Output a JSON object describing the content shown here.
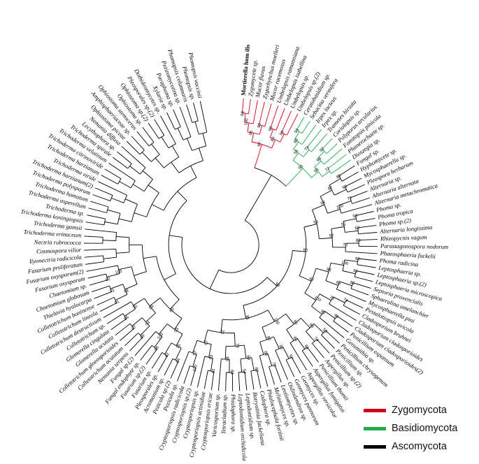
{
  "diagram": {
    "colors": {
      "Zygomycota": "#d4001a",
      "Basidiomycota": "#1fae4a",
      "Ascomycota": "#000000"
    },
    "leaves": [
      {
        "label": "Mortierella hum ilis",
        "clade": "Zygomycota",
        "group": true
      },
      {
        "label": "Zygomycete sp.",
        "clade": "Zygomycota"
      },
      {
        "label": "Mucor flavus",
        "clade": "Zygomycota"
      },
      {
        "label": "Zygorhynchus moelleri",
        "clade": "Zygomycota"
      },
      {
        "label": "Mucor racemosus",
        "clade": "Zygomycota"
      },
      {
        "label": "Umbelopsis ramanniana",
        "clade": "Zygomycota"
      },
      {
        "label": "Umbelopsis isabellina",
        "clade": "Zygomycota"
      },
      {
        "label": "Umbelopsis sp.",
        "clade": "Zygomycota"
      },
      {
        "label": "Umbelopsis sp.(2)",
        "clade": "Zygomycota"
      },
      {
        "label": "Ceratobasidium sp.",
        "clade": "Basidiomycota"
      },
      {
        "label": "Sebacina vermifera",
        "clade": "Basidiomycota"
      },
      {
        "label": "Irpex lacteus",
        "clade": "Basidiomycota"
      },
      {
        "label": "Irpex sp.",
        "clade": "Basidiomycota"
      },
      {
        "label": "Trametes hirsuta",
        "clade": "Basidiomycota"
      },
      {
        "label": "Coriolopsis sp.",
        "clade": "Basidiomycota"
      },
      {
        "label": "Polyporus arcularius",
        "clade": "Basidiomycota"
      },
      {
        "label": "Fomitopsis pinicola",
        "clade": "Basidiomycota"
      },
      {
        "label": "Phanerochaete sp.",
        "clade": "Basidiomycota"
      },
      {
        "label": "Dioszegia sp.",
        "clade": "Basidiomycota"
      },
      {
        "label": "Fungal sp.",
        "clade": "Ascomycota"
      },
      {
        "label": "Hyphomycete sp.",
        "clade": "Ascomycota"
      },
      {
        "label": "Mycosphaerella sp.",
        "clade": "Ascomycota"
      },
      {
        "label": "Pleospora herbarum",
        "clade": "Ascomycota"
      },
      {
        "label": "Alternaria sp.",
        "clade": "Ascomycota"
      },
      {
        "label": "Alternaria alternata",
        "clade": "Ascomycota"
      },
      {
        "label": "Alternaria metachromatica",
        "clade": "Ascomycota"
      },
      {
        "label": "Phoma sp.",
        "clade": "Ascomycota"
      },
      {
        "label": "Phoma tropica",
        "clade": "Ascomycota"
      },
      {
        "label": "Phoma sp.(2)",
        "clade": "Ascomycota"
      },
      {
        "label": "Alternaria longissima",
        "clade": "Ascomycota"
      },
      {
        "label": "Rhizopycnis vagum",
        "clade": "Ascomycota"
      },
      {
        "label": "Parastagonospora nodorum",
        "clade": "Ascomycota"
      },
      {
        "label": "Phaeosphaeria fuckelii",
        "clade": "Ascomycota"
      },
      {
        "label": "Phoma radicina",
        "clade": "Ascomycota"
      },
      {
        "label": "Leptosphaeria sp.",
        "clade": "Ascomycota"
      },
      {
        "label": "Leptosphaeria sp.(2)",
        "clade": "Ascomycota"
      },
      {
        "label": "Leptosphaeria microscopica",
        "clade": "Ascomycota"
      },
      {
        "label": "Septoria provencialis",
        "clade": "Ascomycota"
      },
      {
        "label": "Sphaerulina amelanchier",
        "clade": "Ascomycota"
      },
      {
        "label": "Mycosphaerella pini",
        "clade": "Ascomycota"
      },
      {
        "label": "Pestalotiopsis uvicola",
        "clade": "Ascomycota"
      },
      {
        "label": "Cladosporium bruhnei",
        "clade": "Ascomycota"
      },
      {
        "label": "Cladosporium cladosporioides",
        "clade": "Ascomycota"
      },
      {
        "label": "Cladosporium cladosporioides(2)",
        "clade": "Ascomycota"
      },
      {
        "label": "Penicillium expansum",
        "clade": "Ascomycota"
      },
      {
        "label": "Geosmithia sp.",
        "clade": "Ascomycota"
      },
      {
        "label": "Penicillium chrysogenum",
        "clade": "Ascomycota"
      },
      {
        "label": "Penicillium sp.",
        "clade": "Ascomycota"
      },
      {
        "label": "Penicillium sp.(2)",
        "clade": "Ascomycota"
      },
      {
        "label": "Aspergillus sp.",
        "clade": "Ascomycota"
      },
      {
        "label": "Penicillium thomii",
        "clade": "Ascomycota"
      },
      {
        "label": "Aspergillus fumigatus",
        "clade": "Ascomycota"
      },
      {
        "label": "Aspergillus versicolor",
        "clade": "Ascomycota"
      },
      {
        "label": "Geomyces sp.",
        "clade": "Ascomycota"
      },
      {
        "label": "Geomyces pannorum",
        "clade": "Ascomycota"
      },
      {
        "label": "Oidiodendron sp.",
        "clade": "Ascomycota"
      },
      {
        "label": "Leotiomycetes sp.",
        "clade": "Ascomycota"
      },
      {
        "label": "Meliniomyces sp.",
        "clade": "Ascomycota"
      },
      {
        "label": "Phialocephala fortinii",
        "clade": "Ascomycota"
      },
      {
        "label": "Cadophora sp.",
        "clade": "Ascomycota"
      },
      {
        "label": "Botryotinia fuckeliana",
        "clade": "Ascomycota"
      },
      {
        "label": "Leptodontidium sp.",
        "clade": "Ascomycota"
      },
      {
        "label": "Leptodontidium orchidicola",
        "clade": "Ascomycota"
      },
      {
        "label": "Phialophora sp.",
        "clade": "Ascomycota"
      },
      {
        "label": "Tetracladium sp.",
        "clade": "Ascomycota"
      },
      {
        "label": "Varicosporium sp.",
        "clade": "Ascomycota"
      },
      {
        "label": "Cryptosporiopsis ericae",
        "clade": "Ascomycota"
      },
      {
        "label": "Cryptosporiopsis actinidiae",
        "clade": "Ascomycota"
      },
      {
        "label": "Cryptosporiopsis sp.",
        "clade": "Ascomycota"
      },
      {
        "label": "Cryptosporiopsis sp.(2)",
        "clade": "Ascomycota"
      },
      {
        "label": "Cryptosporiopsis radicicola",
        "clade": "Ascomycota"
      },
      {
        "label": "Pezicula sp.",
        "clade": "Ascomycota"
      },
      {
        "label": "Pezicula sp.(2)",
        "clade": "Ascomycota"
      },
      {
        "label": "Acremonium sp.",
        "clade": "Ascomycota"
      },
      {
        "label": "Pleosporales sp.",
        "clade": "Ascomycota"
      },
      {
        "label": "Fusarium sp.",
        "clade": "Ascomycota"
      },
      {
        "label": "Fusarium sp.(2)",
        "clade": "Ascomycota"
      },
      {
        "label": "Fungal endophyte sp.",
        "clade": "Ascomycota"
      },
      {
        "label": "Fungal sp.(2)",
        "clade": "Ascomycota"
      },
      {
        "label": "Nemania serpens",
        "clade": "Ascomycota"
      },
      {
        "label": "Colletotrichum acutatum",
        "clade": "Ascomycota"
      },
      {
        "label": "Colletotrichum gloeosporioides",
        "clade": "Ascomycota"
      },
      {
        "label": "Glomerella acutata",
        "clade": "Ascomycota"
      },
      {
        "label": "Glomerella cingulata",
        "clade": "Ascomycota"
      },
      {
        "label": "Colletotrichum sp.",
        "clade": "Ascomycota"
      },
      {
        "label": "Colletotrichum destructivum",
        "clade": "Ascomycota"
      },
      {
        "label": "Colletotrichum lineola",
        "clade": "Ascomycota"
      },
      {
        "label": "Colletotrichum boninense",
        "clade": "Ascomycota"
      },
      {
        "label": "Thielavia hyalocarpa",
        "clade": "Ascomycota"
      },
      {
        "label": "Chaetomium globosum",
        "clade": "Ascomycota"
      },
      {
        "label": "Chaetomium sp.",
        "clade": "Ascomycota"
      },
      {
        "label": "Fusarium oxysporum",
        "clade": "Ascomycota"
      },
      {
        "label": "Fusarium oxysporum(2)",
        "clade": "Ascomycota"
      },
      {
        "label": "Fusarium proliferatum",
        "clade": "Ascomycota"
      },
      {
        "label": "Ilyonectria radicicola",
        "clade": "Ascomycota"
      },
      {
        "label": "Cosmospora vilior",
        "clade": "Ascomycota"
      },
      {
        "label": "Nectria rubrococca",
        "clade": "Ascomycota"
      },
      {
        "label": "Trichoderma erinaceum",
        "clade": "Ascomycota"
      },
      {
        "label": "Trichoderma gamsii",
        "clade": "Ascomycota"
      },
      {
        "label": "Trichoderma koningiopsis",
        "clade": "Ascomycota"
      },
      {
        "label": "Trichoderma sp.",
        "clade": "Ascomycota"
      },
      {
        "label": "Trichoderma asperellum",
        "clade": "Ascomycota"
      },
      {
        "label": "Trichoderma hamatum",
        "clade": "Ascomycota"
      },
      {
        "label": "Trichoderma polysporum",
        "clade": "Ascomycota"
      },
      {
        "label": "Trichoderma harzianum(2)",
        "clade": "Ascomycota"
      },
      {
        "label": "Trichoderma viride",
        "clade": "Ascomycota"
      },
      {
        "label": "Trichoderma harzianum",
        "clade": "Ascomycota"
      },
      {
        "label": "Trichoderma citrinoviride",
        "clade": "Ascomycota"
      },
      {
        "label": "Trichoderma velutinum",
        "clade": "Ascomycota"
      },
      {
        "label": "Trichoderma spirale",
        "clade": "Ascomycota"
      },
      {
        "label": "Lecythophora sp.",
        "clade": "Ascomycota"
      },
      {
        "label": "Nemania diffusa",
        "clade": "Ascomycota"
      },
      {
        "label": "Ophiostoma piceae",
        "clade": "Ascomycota"
      },
      {
        "label": "Amphisphaeriaceae sp.",
        "clade": "Ascomycota"
      },
      {
        "label": "Ophiostoma stenoceras",
        "clade": "Ascomycota"
      },
      {
        "label": "Ophiostoma sp.",
        "clade": "Ascomycota"
      },
      {
        "label": "Ophiostoma sp.(2)",
        "clade": "Ascomycota"
      },
      {
        "label": "Pleosporales sp.(2)",
        "clade": "Ascomycota"
      },
      {
        "label": "Dothideomycetes sp.",
        "clade": "Ascomycota"
      },
      {
        "label": "Xylaria sp.",
        "clade": "Ascomycota"
      },
      {
        "label": "Paraphoma sp.",
        "clade": "Ascomycota"
      },
      {
        "label": "Pezizomycotina sp.",
        "clade": "Ascomycota"
      },
      {
        "label": "Phomopsis columnaris",
        "clade": "Ascomycota"
      },
      {
        "label": "Phomopsis sp.",
        "clade": "Ascomycota"
      },
      {
        "label": "Phomopsis vaccinii",
        "clade": "Ascomycota"
      }
    ],
    "bootstrap": [
      "99",
      "100",
      "98",
      "96",
      "98",
      "94",
      "80",
      "97",
      "91",
      "88",
      "73",
      "56",
      "92",
      "99",
      "77",
      "85",
      "93",
      "80",
      "99",
      "87",
      "72",
      "100",
      "98",
      "93",
      "82",
      "55",
      "89",
      "70",
      "97",
      "52",
      "68",
      "91",
      "100",
      "85",
      "65",
      "98",
      "71",
      "78",
      "96",
      "83",
      "100",
      "62",
      "90",
      "58",
      "74",
      "99",
      "81",
      "66",
      "95",
      "97",
      "86",
      "76",
      "63",
      "92",
      "100",
      "88",
      "54",
      "69",
      "84",
      "98",
      "79",
      "61",
      "93",
      "100",
      "57",
      "87",
      "72",
      "91",
      "99",
      "64",
      "82",
      "75",
      "96",
      "100",
      "53",
      "89",
      "67",
      "94",
      "86",
      "70",
      "99",
      "60",
      "81",
      "73",
      "98",
      "92",
      "100"
    ],
    "legend": [
      {
        "label": "Zygomycota",
        "color": "#d4001a"
      },
      {
        "label": "Basidiomycota",
        "color": "#1fae4a"
      },
      {
        "label": "Ascomycota",
        "color": "#000000"
      }
    ]
  }
}
